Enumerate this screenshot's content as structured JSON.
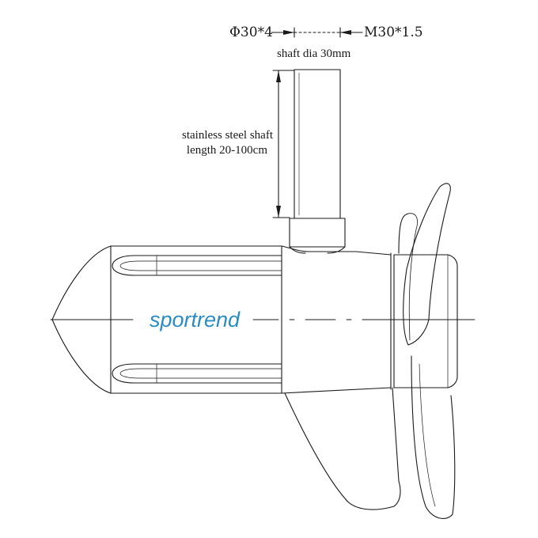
{
  "labels": {
    "thread_left": "Φ30*4",
    "thread_right": "M30*1.5",
    "shaft_dia": "shaft dia 30mm",
    "shaft_material": "stainless steel shaft",
    "shaft_length": "length 20-100cm",
    "brand": "sportrend"
  },
  "colors": {
    "line": "#1a1a1a",
    "brand": "#2a8cc4",
    "background": "#ffffff"
  }
}
